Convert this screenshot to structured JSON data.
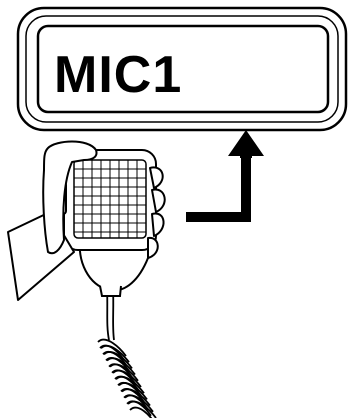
{
  "display": {
    "label": "MIC1"
  },
  "illustration": {
    "subject": "hand-held-microphone",
    "indicator": "arrow-pointing-up-to-display"
  },
  "colors": {
    "stroke": "#000000",
    "background": "#ffffff"
  }
}
